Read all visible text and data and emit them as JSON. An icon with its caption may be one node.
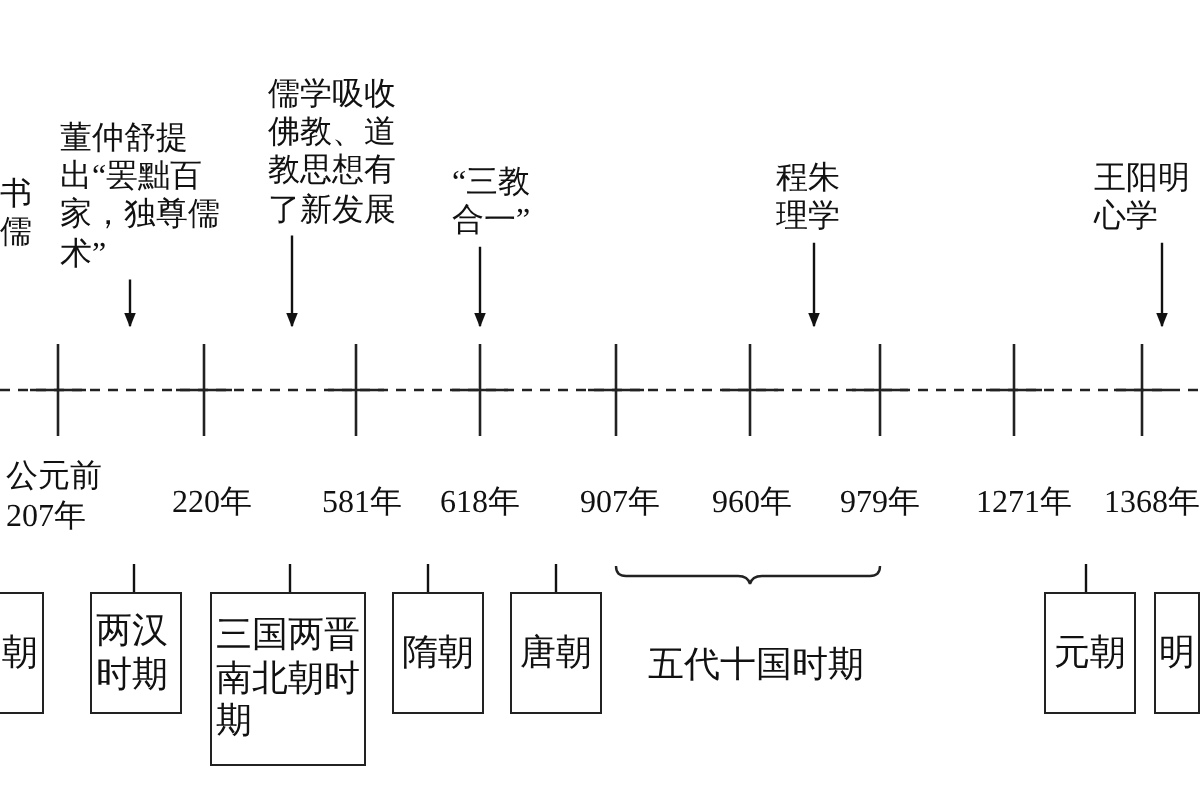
{
  "diagram": {
    "nodes": [
      {
        "text": [
          "书儒"
        ]
      },
      {
        "text": [
          "董仲舒提出“罢黜百家，独尊儒术”"
        ]
      },
      {
        "text": [
          "儒学吸收佛教、道教思想有了新发展"
        ]
      },
      {
        "text": [
          "“三教合一”"
        ]
      },
      {
        "text": [
          "程朱理学"
        ]
      },
      {
        "text": [
          "王阳明心学"
        ]
      },
      {
        "text": [
          "朝"
        ]
      },
      {
        "text": [
          "两汉时期"
        ]
      },
      {
        "text": [
          "三国两晋南北朝时期"
        ]
      },
      {
        "text": [
          "隋朝"
        ]
      },
      {
        "text": [
          "唐朝"
        ]
      },
      {
        "text": [
          "元朝"
        ]
      },
      {
        "text": [
          "明"
        ]
      }
    ],
    "edges": [
      {
        "from": 1,
        "to": null,
        "arrow": "to"
      },
      {
        "from": 2,
        "to": null,
        "arrow": "to"
      },
      {
        "from": 3,
        "to": null,
        "arrow": "to"
      },
      {
        "from": 4,
        "to": null,
        "arrow": "to"
      },
      {
        "from": 5,
        "to": null,
        "arrow": "to"
      },
      {
        "from": null,
        "to": 7,
        "arrow": "none"
      },
      {
        "from": null,
        "to": 8,
        "arrow": "none"
      },
      {
        "from": null,
        "to": 9,
        "arrow": "none"
      },
      {
        "from": null,
        "to": 10,
        "arrow": "none"
      },
      {
        "from": null,
        "to": 11,
        "arrow": "none"
      }
    ],
    "labels": [
      "公元前207年",
      "220年",
      "581年",
      "618年",
      "907年",
      "960年",
      "979年",
      "1271年",
      "1368年",
      "五代十国时期"
    ]
  }
}
